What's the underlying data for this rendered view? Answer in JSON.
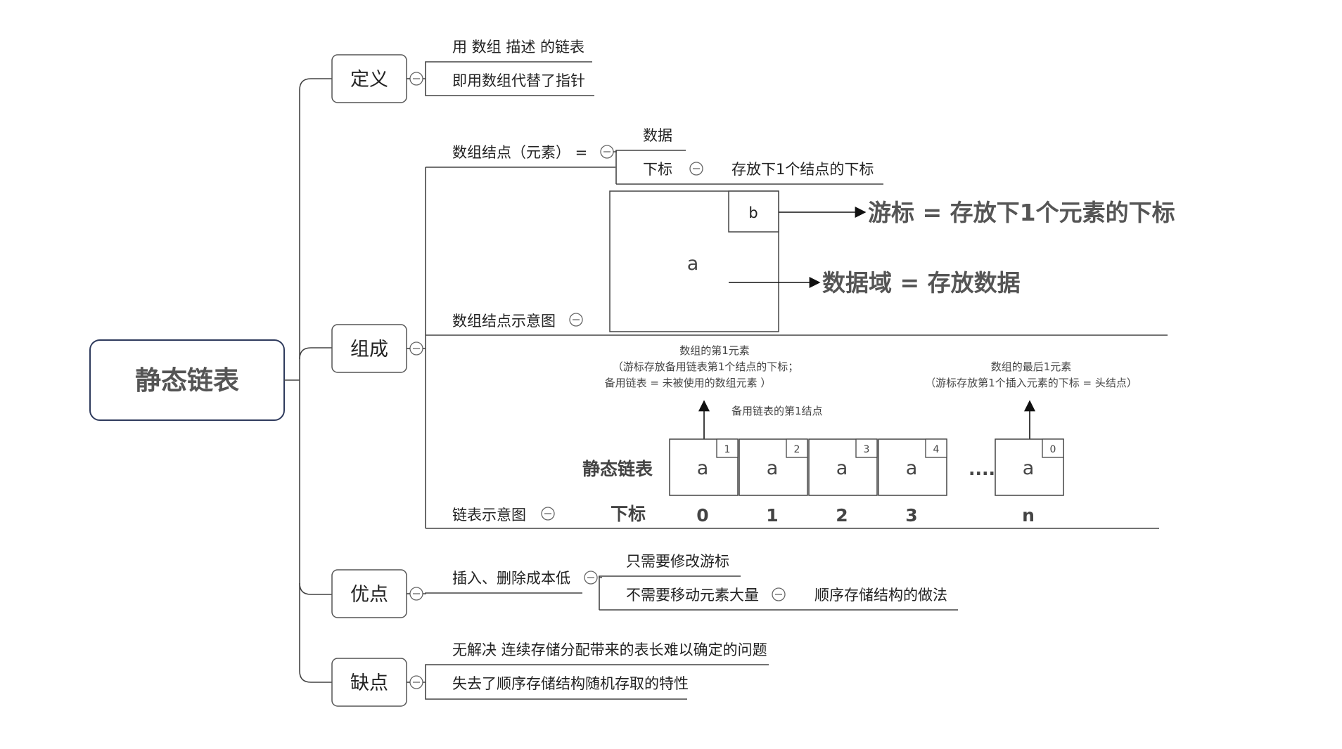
{
  "root": "静态链表",
  "topics": {
    "definition": {
      "label": "定义",
      "items": [
        "用 数组 描述 的链表",
        "即用数组代替了指针"
      ]
    },
    "composition": {
      "label": "组成",
      "node": {
        "label": "数组结点（元素） =",
        "children": [
          "数据",
          "下标"
        ],
        "index_note": "存放下1个结点的下标"
      },
      "node_diagram": {
        "label": "数组结点示意图",
        "data_char": "a",
        "cursor_char": "b",
        "cursor_desc": "游标 = 存放下1个元素的下标",
        "data_desc": "数据域 = 存放数据"
      },
      "list_diagram": {
        "label": "链表示意图",
        "first_elem_title": "数组的第1元素",
        "first_elem_line1": "（游标存放备用链表第1个结点的下标；",
        "first_elem_line2": "备用链表 = 未被使用的数组元素 ）",
        "last_elem_title": "数组的最后1元素",
        "last_elem_line1": "（游标存放第1个插入元素的下标 = 头结点）",
        "spare_first": "备用链表的第1结点",
        "row_label": "静态链表",
        "index_label": "下标",
        "ellipsis": "....",
        "cells": [
          {
            "data": "a",
            "cursor": "1",
            "index": "0"
          },
          {
            "data": "a",
            "cursor": "2",
            "index": "1"
          },
          {
            "data": "a",
            "cursor": "3",
            "index": "2"
          },
          {
            "data": "a",
            "cursor": "4",
            "index": "3"
          },
          {
            "data": "a",
            "cursor": "0",
            "index": "n"
          }
        ]
      }
    },
    "advantages": {
      "label": "优点",
      "item": "插入、删除成本低",
      "children": [
        "只需要修改游标",
        "不需要移动元素大量"
      ],
      "note": "顺序存储结构的做法"
    },
    "disadvantages": {
      "label": "缺点",
      "items": [
        "无解决 连续存储分配带来的表长难以确定的问题",
        "失去了顺序存储结构随机存取的特性"
      ]
    }
  },
  "colors": {
    "root_border": "#2e3a5c",
    "lines": "#444444"
  }
}
